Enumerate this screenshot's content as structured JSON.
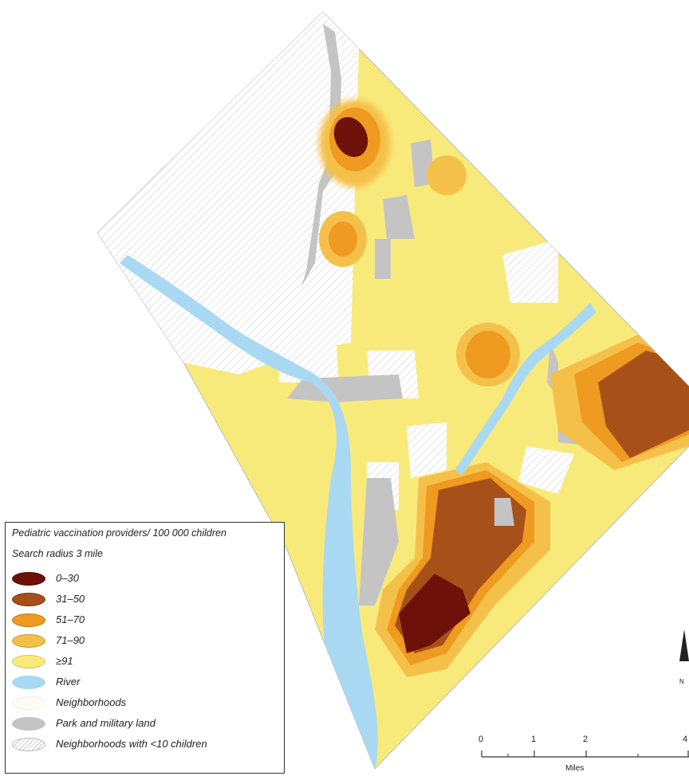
{
  "legend": {
    "title": "Pediatric vaccination providers/ 100 000 children",
    "subtitle": "Search radius 3 mile",
    "items": [
      {
        "label": "0–30",
        "color": "#6e1108"
      },
      {
        "label": "31–50",
        "color": "#a8501a"
      },
      {
        "label": "51–70",
        "color": "#ef9a20"
      },
      {
        "label": "71–90",
        "color": "#f5c04a"
      },
      {
        "label": "≥91",
        "color": "#f8ea7a"
      },
      {
        "label": "River",
        "color": "#a9d9f2"
      },
      {
        "label": "Neighborhoods",
        "color": "#fefcf4"
      },
      {
        "label": "Park and military land",
        "color": "#c4c4c4"
      },
      {
        "label": "Neighborhoods with <10 children",
        "color": "hatch"
      }
    ]
  },
  "scale": {
    "ticks": [
      "0",
      "1",
      "2",
      "4"
    ],
    "unit": "Miles"
  },
  "north_arrow": {
    "label": "N"
  }
}
